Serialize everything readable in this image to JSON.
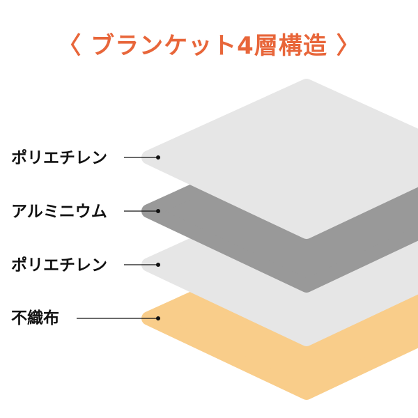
{
  "title": "〈 ブランケット4層構造 〉",
  "colors": {
    "title": "#e8663a",
    "leader": "#111111"
  },
  "layers": [
    {
      "label": "ポリエチレン",
      "color": "#e6e6e6"
    },
    {
      "label": "アルミニウム",
      "color": "#999999"
    },
    {
      "label": "ポリエチレン",
      "color": "#e6e6e6"
    },
    {
      "label": "不織布",
      "color": "#f9cd8a"
    }
  ]
}
